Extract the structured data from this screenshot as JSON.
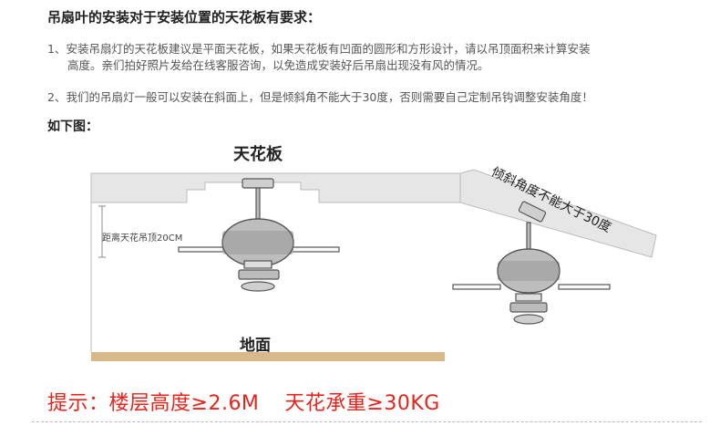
{
  "heading": "吊扇叶的安装对于安装位置的天花板有要求：",
  "notes": {
    "n1_line1": "1、安装吊扇灯的天花板建议是平面天花板，如果天花板有凹面的圆形和方形设计，请以吊顶面积来计算安装",
    "n1_line2": "高度。亲们拍好照片发给在线客服咨询，以免造成安装好后吊扇出现没有风的情况。",
    "n2": "2、我们的吊扇灯一般可以安装在斜面上，但是倾斜角不能大于30度，否则需要自己定制吊钩调整安装角度！"
  },
  "below_label": "如下图：",
  "diagram": {
    "ceiling_label": "天花板",
    "floor_label": "地面",
    "distance_label": "距离天花吊顶20CM",
    "tilt_label": "倾斜角度不能大于30度"
  },
  "tip": {
    "prefix": "提示：",
    "floor_height": "楼层高度≥2.6M",
    "load": "天花承重≥30KG"
  },
  "colors": {
    "tip_red": "#e8231a",
    "ceiling_gray": "#e6e6e6",
    "floor_tan": "#d9b88a",
    "fan_line": "#555555"
  }
}
